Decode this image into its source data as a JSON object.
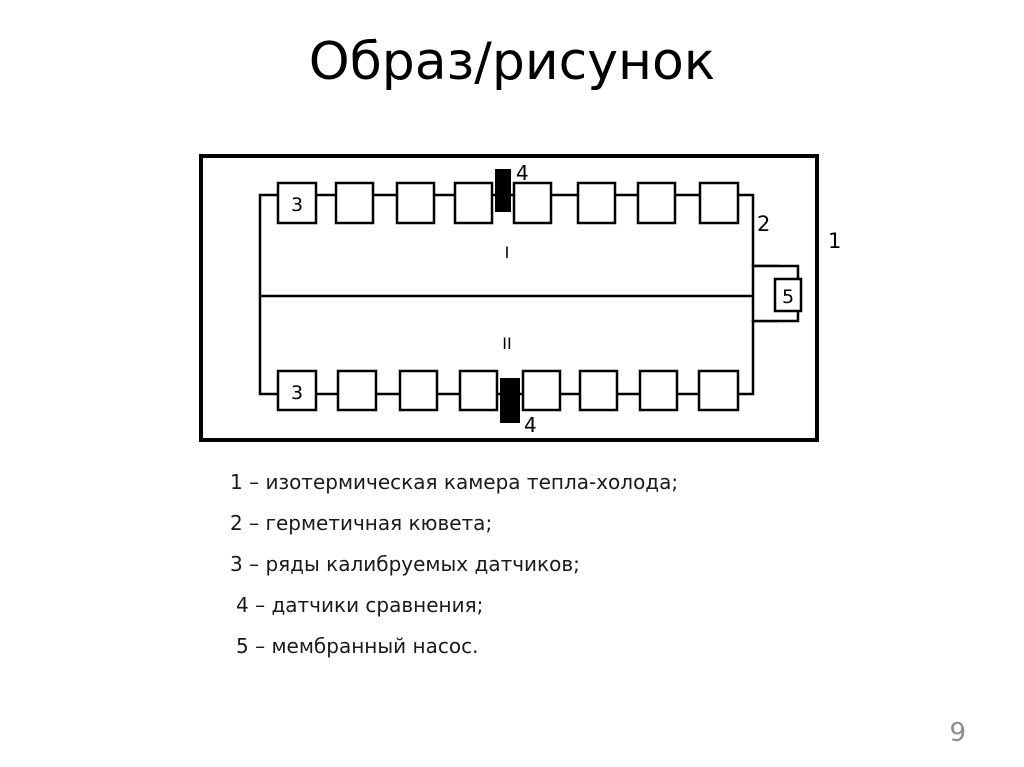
{
  "slide": {
    "title": "Образ/рисунок",
    "page_number": "9"
  },
  "diagram": {
    "labels": {
      "chamber": "1",
      "cuvette": "2",
      "sensors_top": "3",
      "sensors_bottom": "3",
      "reference_top": "4",
      "reference_bottom": "4",
      "pump": "5",
      "row_top": "I",
      "row_bottom": "II"
    }
  },
  "legend": [
    "1 – изотермическая камера тепла-холода;",
    "2 – герметичная кювета;",
    "3 – ряды калибруемых датчиков;",
    "4 – датчики сравнения;",
    "5 – мембранный насос."
  ]
}
